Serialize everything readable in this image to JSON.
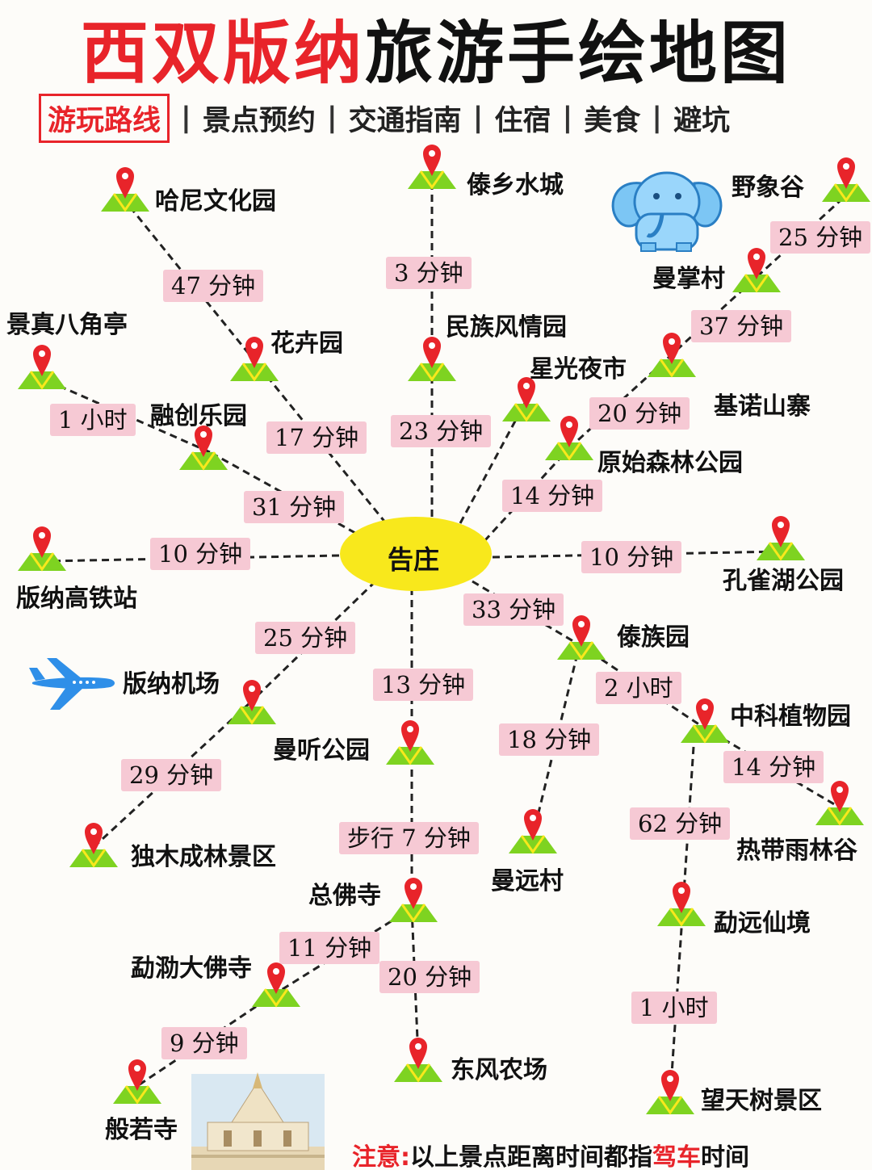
{
  "title": {
    "part1": "西双版纳",
    "part2": "旅游手绘地图"
  },
  "nav": {
    "active": "游玩路线",
    "items": [
      "景点预约",
      "交通指南",
      "住宿",
      "美食",
      "避坑"
    ],
    "separator": "|"
  },
  "center": "告庄",
  "places": {
    "hani": "哈尼文化园",
    "daixiang": "傣乡水城",
    "yexiang": "野象谷",
    "manzhang": "曼掌村",
    "jingzhen": "景真八角亭",
    "huahui": "花卉园",
    "minzu": "民族风情园",
    "xingguang": "星光夜市",
    "jinuo": "基诺山寨",
    "rongchuang": "融创乐园",
    "yuanshi": "原始森林公园",
    "gaotie": "版纳高铁站",
    "kongque": "孔雀湖公园",
    "daizu": "傣族园",
    "jichang": "版纳机场",
    "zhongke": "中科植物园",
    "manting": "曼听公园",
    "dumu": "独木成林景区",
    "redai": "热带雨林谷",
    "manyuan": "曼远村",
    "zongfo": "总佛寺",
    "mengyuan": "勐远仙境",
    "menghai": "勐泐大佛寺",
    "dongfeng": "东风农场",
    "bore": "般若寺",
    "wangtian": "望天树景区"
  },
  "times": {
    "t_hani": "47 分钟",
    "t_daixiang": "3 分钟",
    "t_yexiang": "25 分钟",
    "t_manzhang": "37 分钟",
    "t_jingzhen": "1 小时",
    "t_huahui": "17 分钟",
    "t_minzu": "23 分钟",
    "t_xingguang": "20 分钟",
    "t_rongchuang": "31 分钟",
    "t_yuanshi": "14 分钟",
    "t_gaotie": "10 分钟",
    "t_kongque": "10 分钟",
    "t_daizu": "33 分钟",
    "t_jichang": "25 分钟",
    "t_manting": "13 分钟",
    "t_zhongke": "2 小时",
    "t_dumu": "29 分钟",
    "t_manyuan": "18 分钟",
    "t_redai": "14 分钟",
    "t_mengyuan": "62 分钟",
    "t_zongfo": "步行 7 分钟",
    "t_menghai": "11 分钟",
    "t_dongfeng": "20 分钟",
    "t_wangtian": "1 小时",
    "t_bore": "9 分钟"
  },
  "note": {
    "label": "注意:",
    "text1": "以上景点距离时间都指",
    "highlight": "驾车",
    "text2": "时间"
  },
  "colors": {
    "title_red": "#e8242a",
    "center_fill": "#f8e81c",
    "tag_pink": "#f6c9d4",
    "marker_red": "#e8242a",
    "marker_green": "#7ed321",
    "marker_yellow": "#f8e81c"
  },
  "icons": [
    "elephant-icon",
    "airplane-icon",
    "temple-photo",
    "map-pin-icon"
  ]
}
